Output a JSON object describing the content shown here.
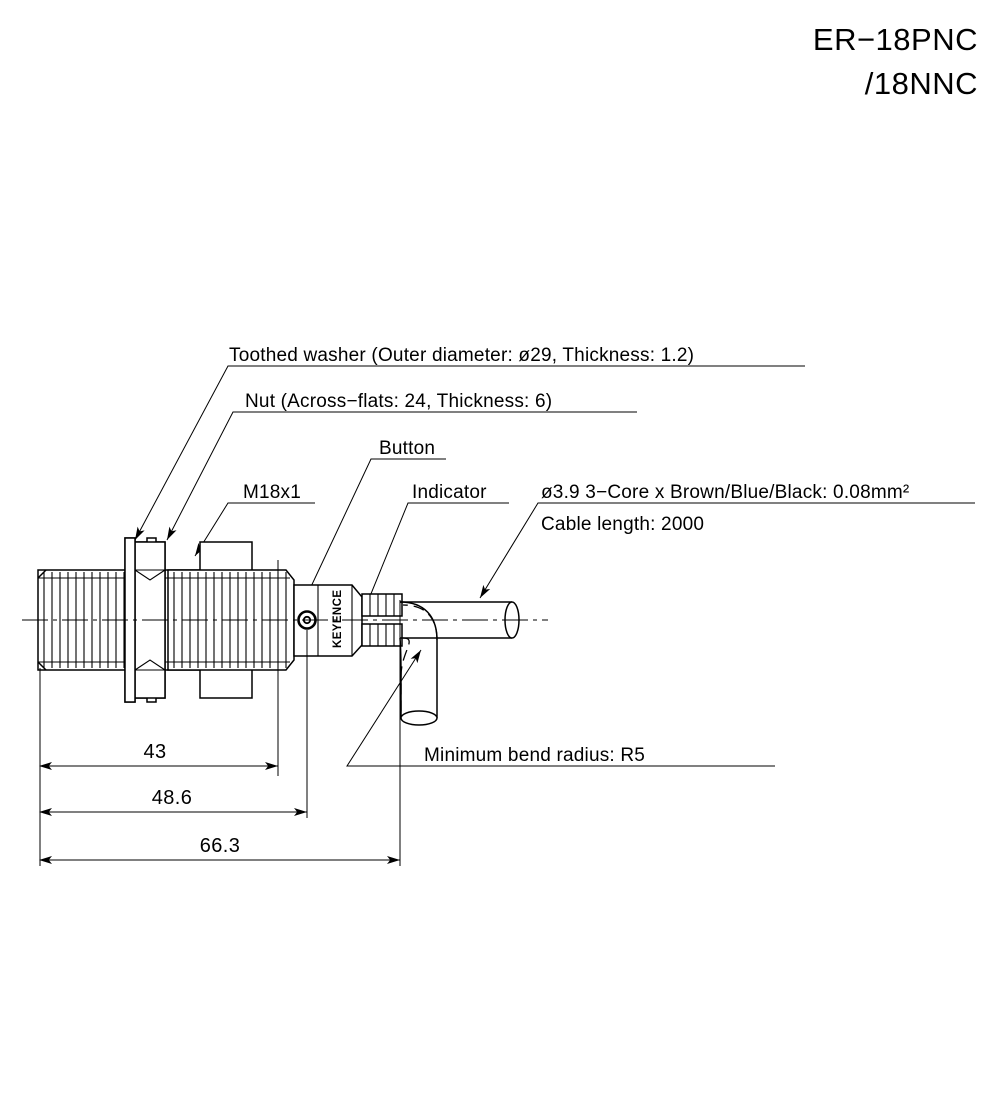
{
  "title": {
    "line1": "ER−18PNC",
    "line2": "/18NNC"
  },
  "callouts": {
    "toothed_washer": "Toothed washer (Outer diameter: ø29, Thickness: 1.2)",
    "nut": "Nut (Across−flats: 24, Thickness: 6)",
    "button": "Button",
    "thread": "M18x1",
    "indicator": "Indicator",
    "cable_spec": "ø3.9 3−Core x Brown/Blue/Black: 0.08mm²",
    "cable_length": "Cable length: 2000",
    "bend_radius": "Minimum bend radius: R5"
  },
  "dimensions": {
    "d1": "43",
    "d2": "48.6",
    "d3": "66.3"
  },
  "brand": {
    "name": "KEYENCE"
  },
  "colors": {
    "line": "#000000",
    "background": "#ffffff"
  }
}
